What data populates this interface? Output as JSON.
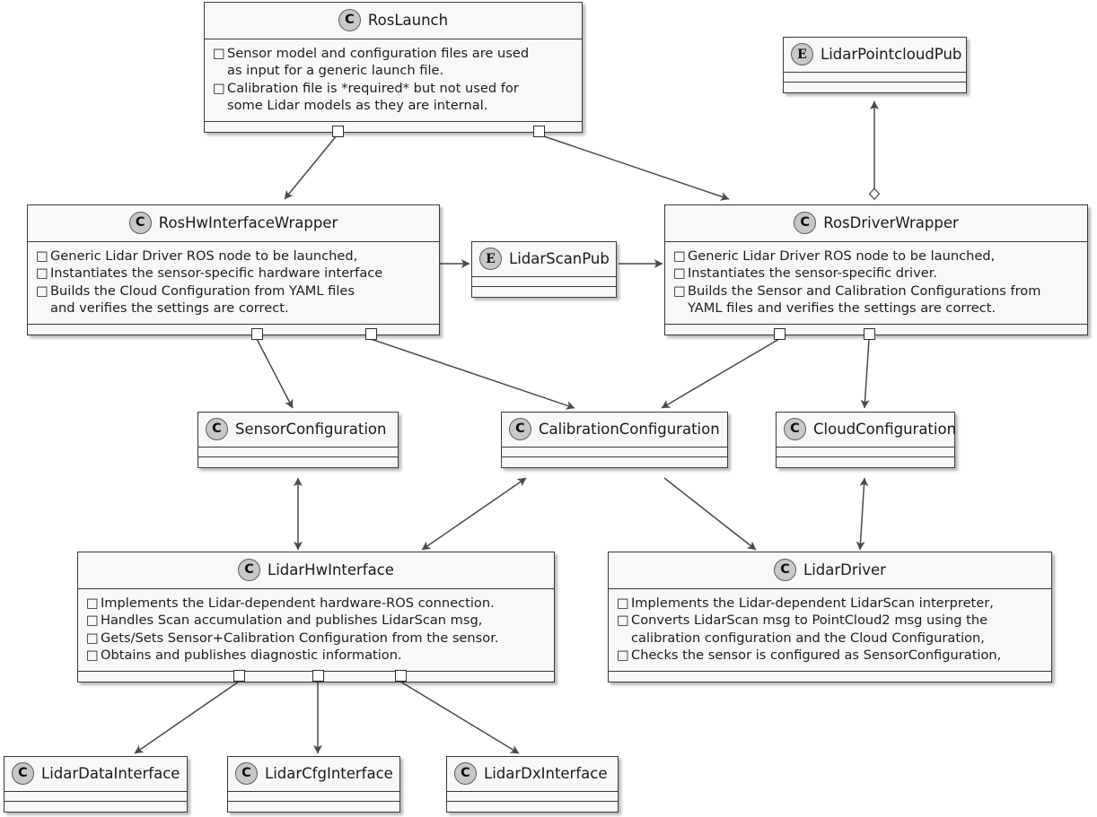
{
  "diagram": {
    "title": "Lidar ROS Driver UML Class Diagram",
    "type": "uml-class-diagram",
    "colors": {
      "node_fill": "#f8f8f8",
      "node_border": "#3a3a3a",
      "stereotype_fill": "#c8c8c8",
      "edge": "#4a4a4a",
      "background": "#ffffff"
    }
  },
  "nodes": {
    "ros_launch": {
      "stereotype": "C",
      "name": "RosLaunch",
      "notes": [
        "Sensor model and configuration files are used\nas input for a generic launch file.",
        "Calibration file is *required* but not used for\nsome Lidar models as they are internal."
      ]
    },
    "lidar_pointcloud_pub": {
      "stereotype": "E",
      "name": "LidarPointcloudPub",
      "notes": []
    },
    "ros_hw_interface_wrapper": {
      "stereotype": "C",
      "name": "RosHwInterfaceWrapper",
      "notes": [
        "Generic Lidar Driver ROS node to be launched,",
        "Instantiates the sensor-specific hardware interface",
        "Builds the Cloud Configuration from YAML files\nand verifies the settings are correct."
      ]
    },
    "lidar_scan_pub": {
      "stereotype": "E",
      "name": "LidarScanPub",
      "notes": []
    },
    "ros_driver_wrapper": {
      "stereotype": "C",
      "name": "RosDriverWrapper",
      "notes": [
        "Generic Lidar Driver ROS node to be launched,",
        "Instantiates the sensor-specific driver.",
        "Builds the Sensor and Calibration Configurations from\nYAML files and verifies the settings are correct."
      ]
    },
    "sensor_configuration": {
      "stereotype": "C",
      "name": "SensorConfiguration",
      "notes": []
    },
    "calibration_configuration": {
      "stereotype": "C",
      "name": "CalibrationConfiguration",
      "notes": []
    },
    "cloud_configuration": {
      "stereotype": "C",
      "name": "CloudConfiguration",
      "notes": []
    },
    "lidar_hw_interface": {
      "stereotype": "C",
      "name": "LidarHwInterface",
      "notes": [
        "Implements the Lidar-dependent hardware-ROS connection.",
        "Handles Scan accumulation and publishes LidarScan msg,",
        "Gets/Sets Sensor+Calibration Configuration from the sensor.",
        "Obtains and publishes diagnostic information."
      ]
    },
    "lidar_driver": {
      "stereotype": "C",
      "name": "LidarDriver",
      "notes": [
        "Implements the Lidar-dependent LidarScan interpreter,",
        "Converts LidarScan msg to PointCloud2 msg using the\ncalibration configuration and the Cloud Configuration,",
        "Checks the sensor is configured as SensorConfiguration,"
      ]
    },
    "lidar_data_interface": {
      "stereotype": "C",
      "name": "LidarDataInterface",
      "notes": []
    },
    "lidar_cfg_interface": {
      "stereotype": "C",
      "name": "LidarCfgInterface",
      "notes": []
    },
    "lidar_dx_interface": {
      "stereotype": "C",
      "name": "LidarDxInterface",
      "notes": []
    }
  },
  "edges": [
    {
      "from": "ros_launch",
      "to": "ros_hw_interface_wrapper",
      "kind": "association",
      "arrow": "end"
    },
    {
      "from": "ros_launch",
      "to": "ros_driver_wrapper",
      "kind": "association",
      "arrow": "end"
    },
    {
      "from": "ros_driver_wrapper",
      "to": "lidar_pointcloud_pub",
      "kind": "aggregation",
      "arrow": "end"
    },
    {
      "from": "ros_hw_interface_wrapper",
      "to": "lidar_scan_pub",
      "kind": "association",
      "arrow": "end"
    },
    {
      "from": "lidar_scan_pub",
      "to": "ros_driver_wrapper",
      "kind": "association",
      "arrow": "end"
    },
    {
      "from": "ros_hw_interface_wrapper",
      "to": "sensor_configuration",
      "kind": "association",
      "arrow": "end"
    },
    {
      "from": "ros_hw_interface_wrapper",
      "to": "calibration_configuration",
      "kind": "association",
      "arrow": "end"
    },
    {
      "from": "ros_driver_wrapper",
      "to": "calibration_configuration",
      "kind": "association",
      "arrow": "end"
    },
    {
      "from": "ros_driver_wrapper",
      "to": "cloud_configuration",
      "kind": "association",
      "arrow": "end"
    },
    {
      "from": "sensor_configuration",
      "to": "lidar_hw_interface",
      "kind": "association",
      "arrow": "both"
    },
    {
      "from": "calibration_configuration",
      "to": "lidar_hw_interface",
      "kind": "association",
      "arrow": "both"
    },
    {
      "from": "calibration_configuration",
      "to": "lidar_driver",
      "kind": "association",
      "arrow": "end"
    },
    {
      "from": "cloud_configuration",
      "to": "lidar_driver",
      "kind": "association",
      "arrow": "both"
    },
    {
      "from": "lidar_hw_interface",
      "to": "lidar_data_interface",
      "kind": "association",
      "arrow": "end"
    },
    {
      "from": "lidar_hw_interface",
      "to": "lidar_cfg_interface",
      "kind": "association",
      "arrow": "end"
    },
    {
      "from": "lidar_hw_interface",
      "to": "lidar_dx_interface",
      "kind": "association",
      "arrow": "end"
    }
  ]
}
